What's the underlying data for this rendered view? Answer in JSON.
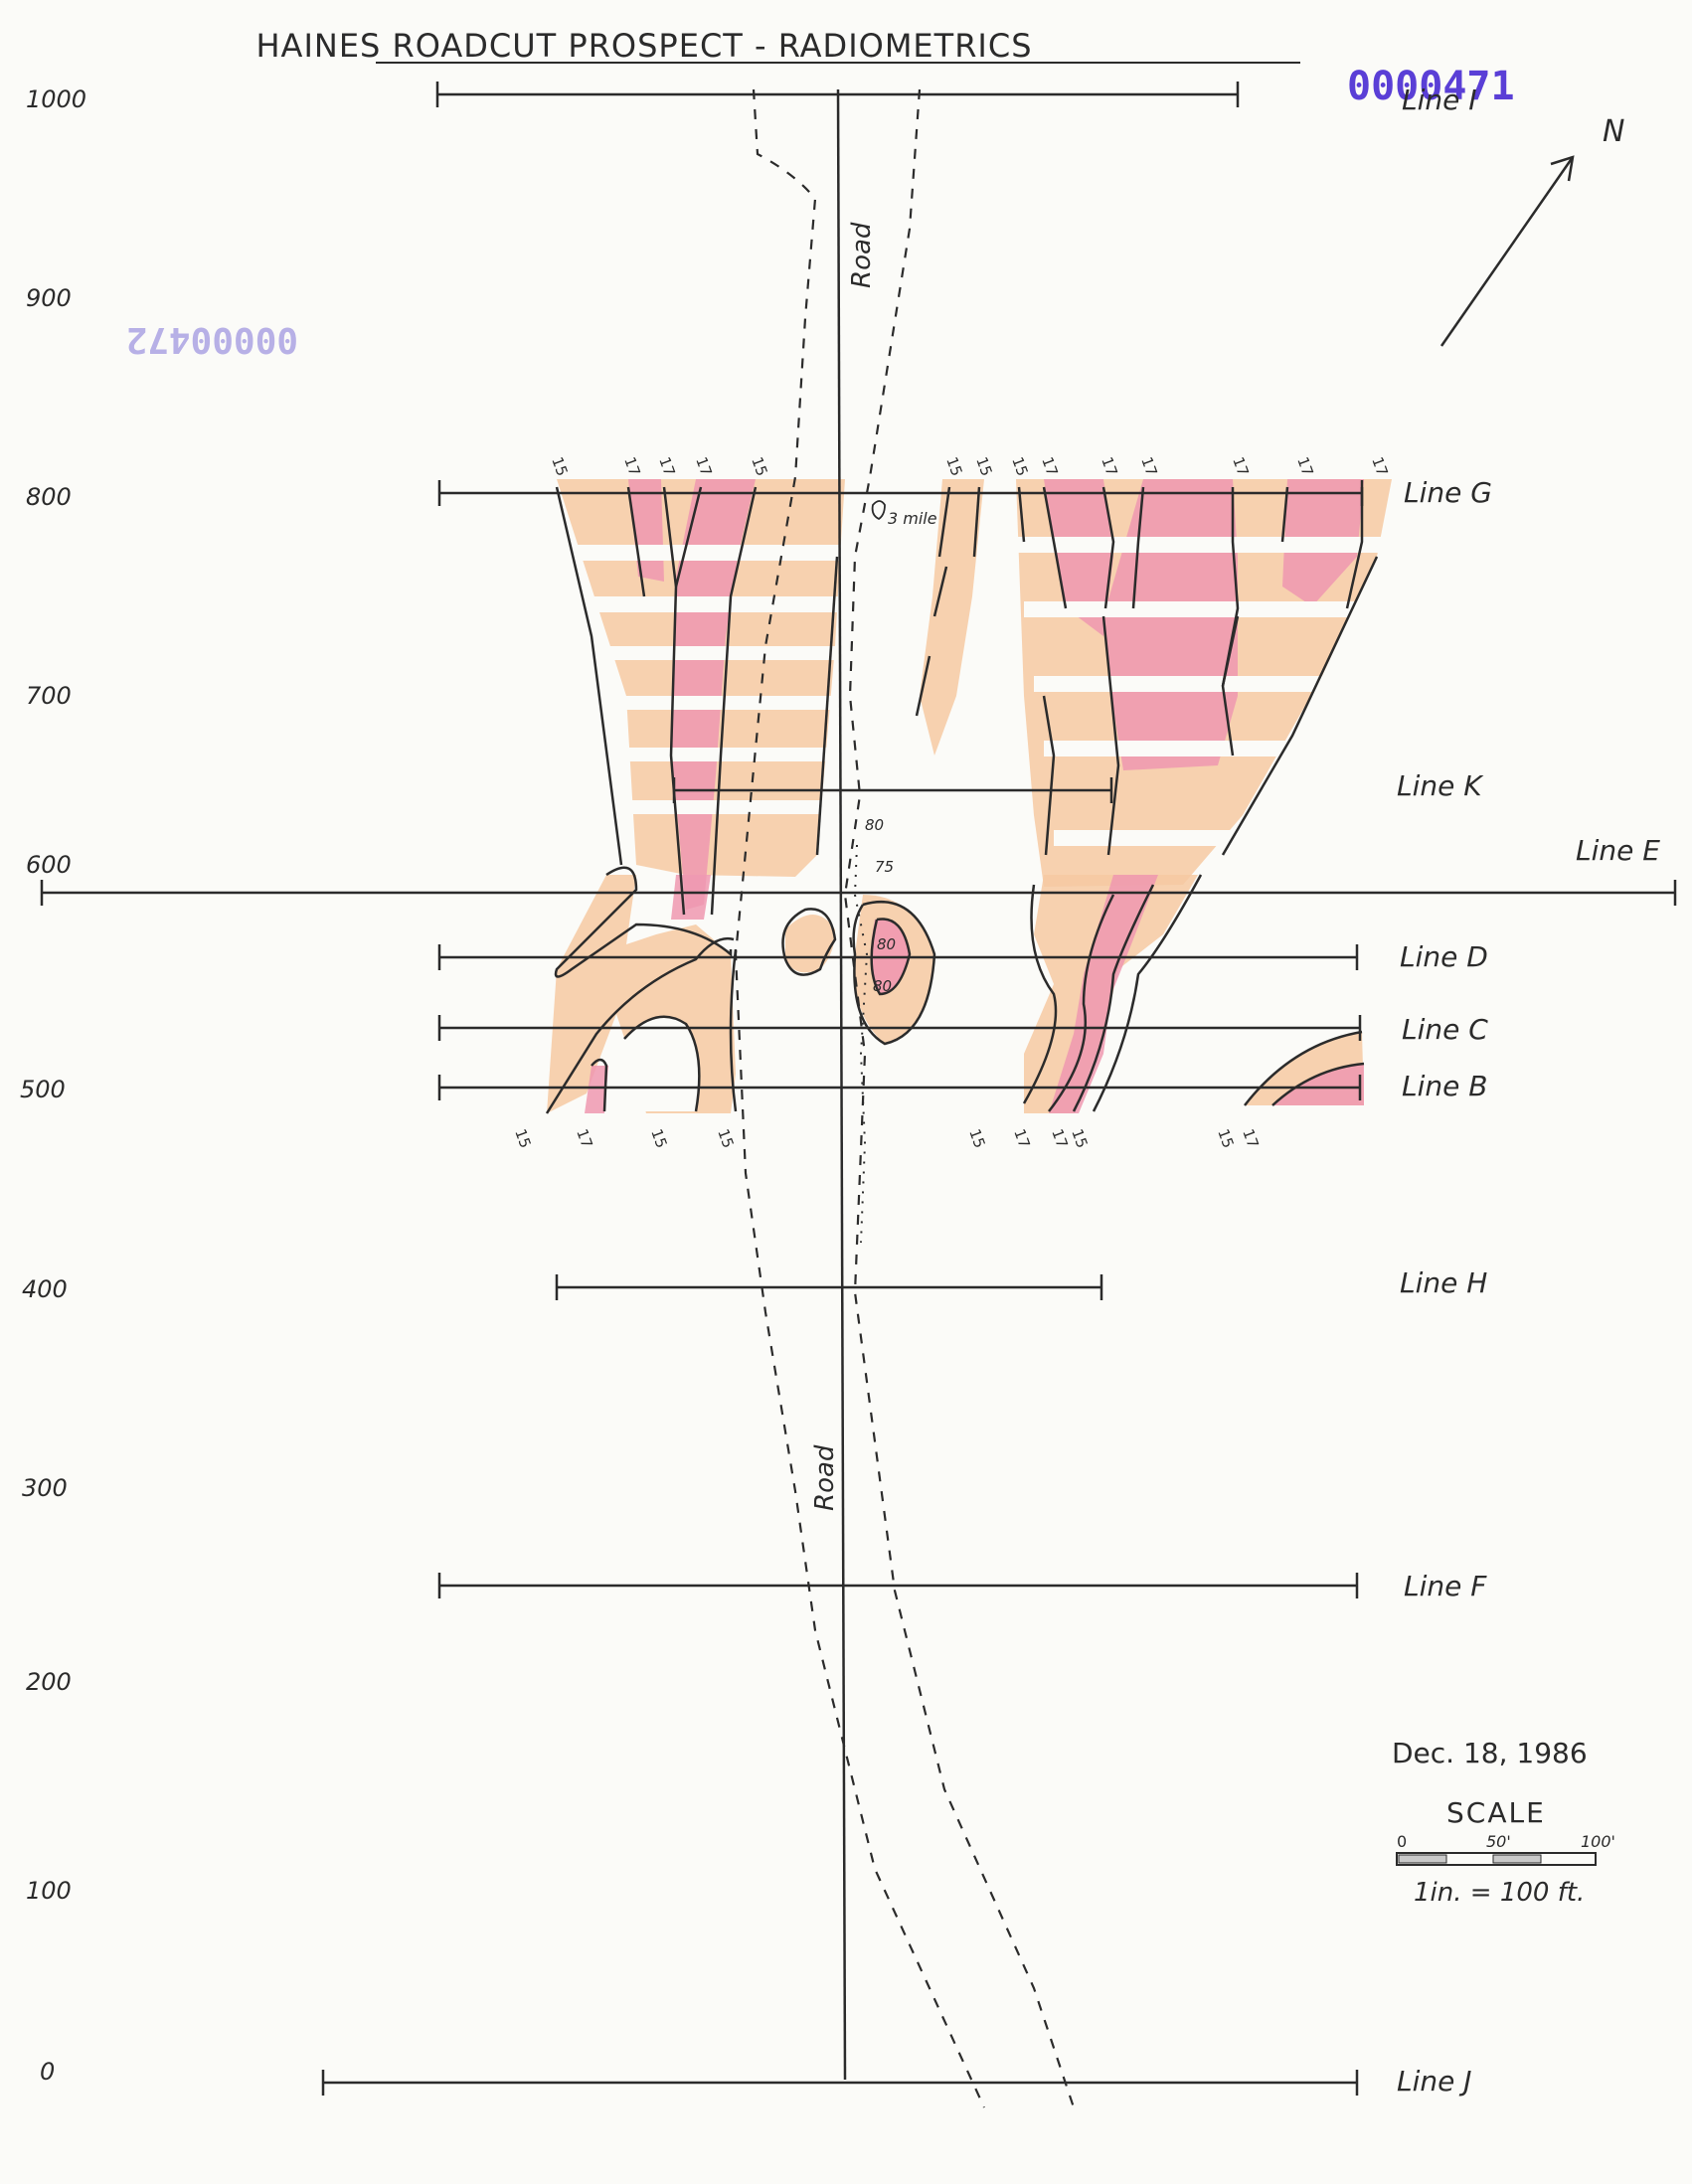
{
  "title": "HAINES ROADCUT PROSPECT - RADIOMETRICS",
  "stamp": {
    "number": "0000471",
    "ghost_number": "00000472",
    "color": "#5a3fd6",
    "ghost_color": "#b7b0e6"
  },
  "north_label": "N",
  "y_axis_labels": [
    "1000",
    "900",
    "800",
    "700",
    "600",
    "500",
    "400",
    "300",
    "200",
    "100",
    "0"
  ],
  "lines": [
    {
      "id": "I",
      "label": "Line I"
    },
    {
      "id": "G",
      "label": "Line G"
    },
    {
      "id": "K",
      "label": "Line K"
    },
    {
      "id": "E",
      "label": "Line E"
    },
    {
      "id": "D",
      "label": "Line D"
    },
    {
      "id": "C",
      "label": "Line C"
    },
    {
      "id": "B",
      "label": "Line B"
    },
    {
      "id": "H",
      "label": "Line H"
    },
    {
      "id": "F",
      "label": "Line F"
    },
    {
      "id": "J",
      "label": "Line J"
    }
  ],
  "road_labels": [
    "Road",
    "Road"
  ],
  "distance_label": "3 mile",
  "dip_labels": [
    "80",
    "75",
    "80",
    "80"
  ],
  "contour_labels_top": [
    "15",
    "17",
    "17",
    "17",
    "15",
    "15",
    "15",
    "15",
    "17",
    "17",
    "17",
    "17",
    "17",
    "17"
  ],
  "contour_labels_bottom": [
    "15",
    "17",
    "15",
    "15",
    "15",
    "17",
    "17",
    "15",
    "15",
    "17"
  ],
  "date": "Dec. 18, 1986",
  "scale": {
    "title": "SCALE",
    "tick_0": "0",
    "tick_50": "50'",
    "tick_100": "100'",
    "ratio": "1in. = 100 ft."
  },
  "colors": {
    "orange_zone": "#f6c9a2",
    "pink_zone": "#ef98b0",
    "ink": "#2b2b2b",
    "paper": "#fbfbf8"
  }
}
